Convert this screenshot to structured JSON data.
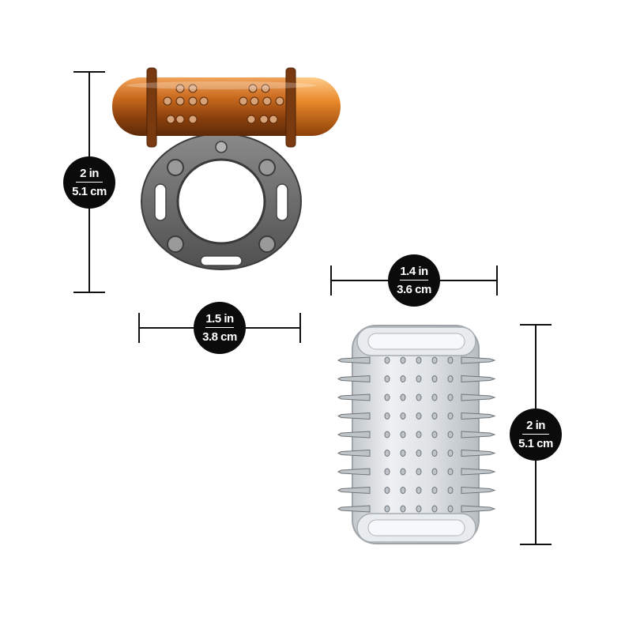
{
  "dimensions": {
    "ring_height": {
      "imperial": "2 in",
      "metric": "5.1 cm"
    },
    "ring_width": {
      "imperial": "1.5 in",
      "metric": "3.8 cm"
    },
    "sleeve_width": {
      "imperial": "1.4 in",
      "metric": "3.6 cm"
    },
    "sleeve_height": {
      "imperial": "2 in",
      "metric": "5.1 cm"
    }
  },
  "colors": {
    "line": "#111111",
    "badge": "#0b0b0b",
    "bullet": "#c96a1e",
    "ring": "#6e6e6e",
    "sleeve": "#d9dde0"
  },
  "icons": [
    "vibrating-ring-illustration",
    "spiked-sleeve-illustration"
  ]
}
